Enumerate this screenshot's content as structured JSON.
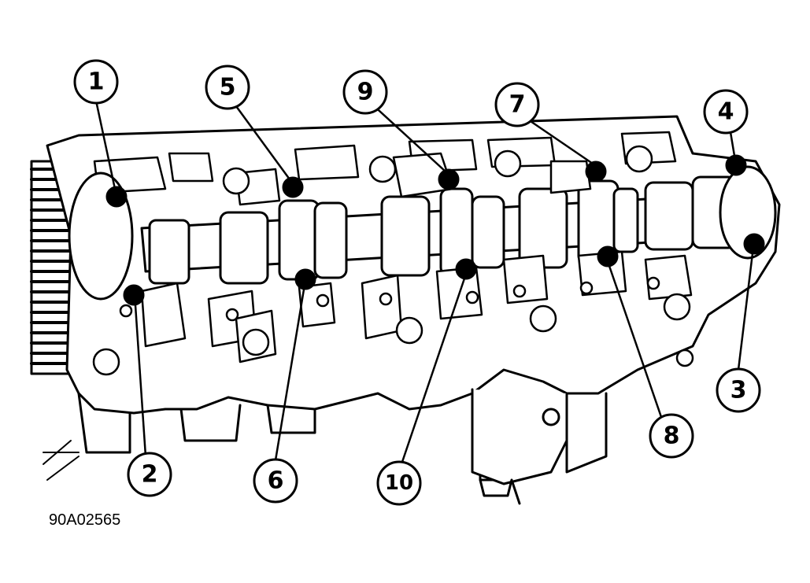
{
  "figure_code": "90A02565",
  "callouts": [
    {
      "label": "1"
    },
    {
      "label": "2"
    },
    {
      "label": "3"
    },
    {
      "label": "4"
    },
    {
      "label": "5"
    },
    {
      "label": "6"
    },
    {
      "label": "7"
    },
    {
      "label": "8"
    },
    {
      "label": "9"
    },
    {
      "label": "10"
    }
  ]
}
